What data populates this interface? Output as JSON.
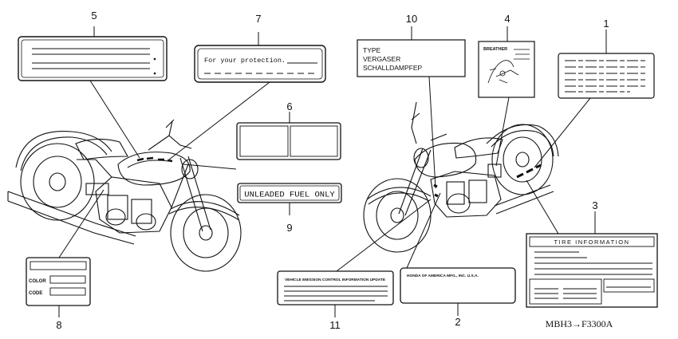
{
  "diagram": {
    "callouts": [
      "1",
      "2",
      "3",
      "4",
      "5",
      "6",
      "7",
      "8",
      "9",
      "10",
      "11"
    ],
    "labels": {
      "protection": "For your protection.",
      "type_lines": [
        "TYPE",
        "VERGASER",
        "SCHALLDAMPFEP"
      ],
      "breather": "BREATHER",
      "unleaded": "UNLEADED FUEL ONLY",
      "tire_info": "TIRE  INFORMATION",
      "color": "COLOR",
      "code": "CODE",
      "emission": "VEHICLE EMISSION CONTROL INFORMATION UPDATE",
      "honda": "HONDA OF AMERICA MFG., INC. U.S.A."
    },
    "reference_code": "MBH3→F3300A"
  },
  "colors": {
    "ink": "#111111",
    "paper": "#ffffff"
  }
}
